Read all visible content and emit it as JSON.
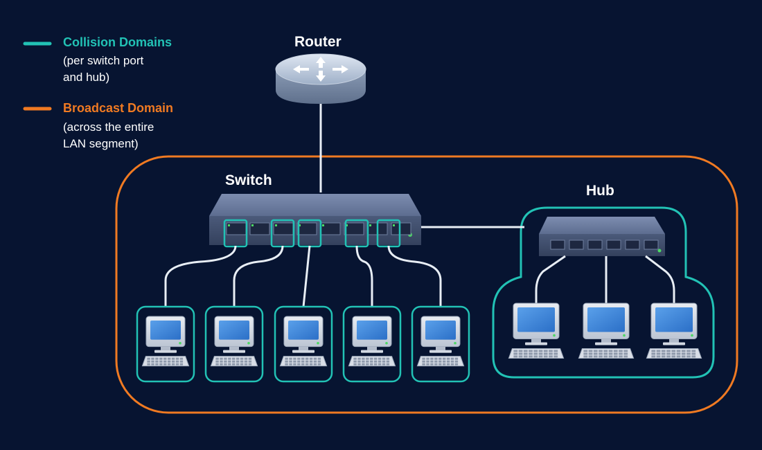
{
  "legend": {
    "collision": {
      "title": "Collision Domains",
      "line1": "(per switch port",
      "line2": "and hub)",
      "color": "#22c2b5"
    },
    "broadcast": {
      "title": "Broadcast Domain",
      "line1": "(across the entire",
      "line2": "LAN segment)",
      "color": "#f07a22"
    }
  },
  "devices": {
    "router": "Router",
    "switch": "Switch",
    "hub": "Hub"
  },
  "counts": {
    "switch_ports": 8,
    "switch_pcs": 5,
    "hub_ports": 6,
    "hub_pcs": 3
  },
  "colors": {
    "background": "#071431",
    "link": "#e8eef5",
    "device_body": "#5a6b8a",
    "screen": "#3b82d6"
  },
  "icons": [
    "router-icon",
    "switch-icon",
    "hub-icon",
    "computer-icon",
    "keyboard-icon"
  ]
}
